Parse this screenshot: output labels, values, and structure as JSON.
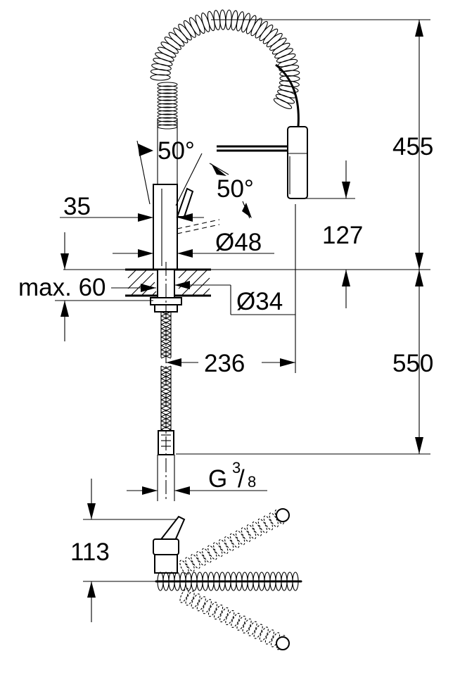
{
  "dimensions": {
    "spray_height": "455",
    "angle_top": "50°",
    "angle_lever": "50°",
    "body_offset": "35",
    "spout_height": "127",
    "body_diameter": "Ø48",
    "deck_thickness": "max. 60",
    "hole_diameter": "Ø34",
    "hose_length": "550",
    "spout_reach": "236",
    "connection_thread": "G",
    "thread_num": "3",
    "thread_den": "8",
    "plan_height": "113"
  },
  "colors": {
    "line": "#000000",
    "background": "#ffffff"
  }
}
